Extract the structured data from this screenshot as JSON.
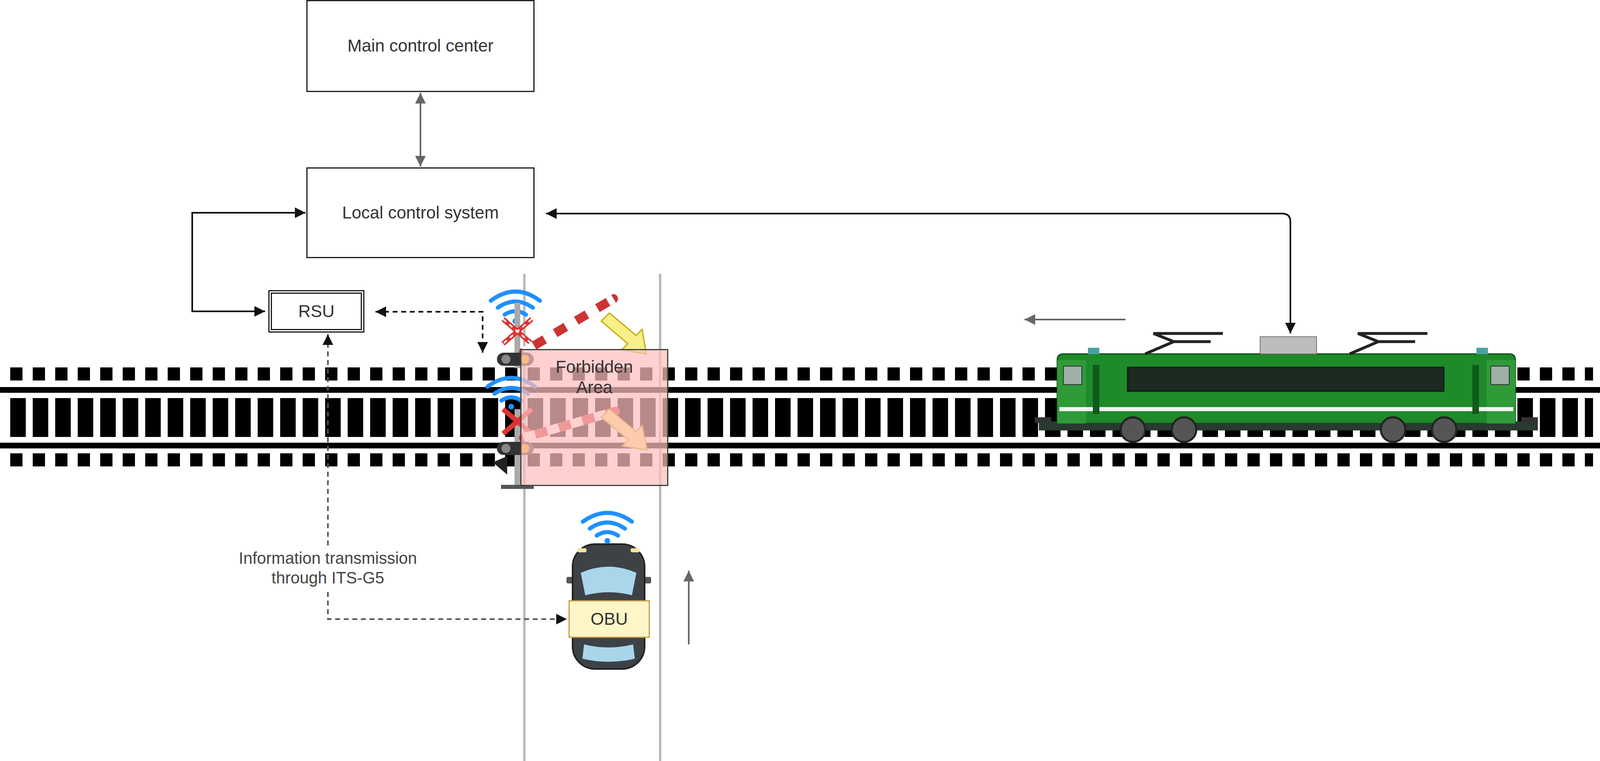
{
  "diagram": {
    "nodes": [
      {
        "text": [
          "Main control center"
        ]
      },
      {
        "text": [
          "Local control system"
        ]
      },
      {
        "text": [
          "RSU"
        ]
      },
      {
        "text": [
          "Forbidden Area"
        ]
      },
      {
        "text": [
          "OBU"
        ]
      }
    ],
    "edges": [
      {
        "from": 0,
        "to": 1,
        "arrow": "both"
      },
      {
        "from": 1,
        "to": 2,
        "arrow": "both"
      },
      {
        "from": 2,
        "to": 4,
        "label": "Information transmission through ITS-G5",
        "arrow": "both"
      }
    ]
  }
}
